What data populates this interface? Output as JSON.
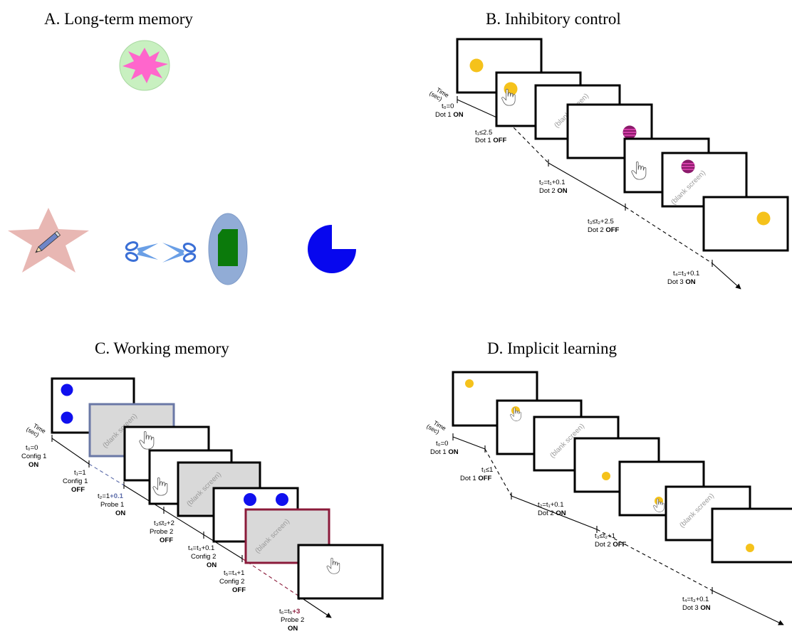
{
  "panels": {
    "a": {
      "title": "A.  Long-term memory"
    },
    "b": {
      "title": "B. Inhibitory control",
      "axis_label": [
        "Time",
        "(sec)"
      ],
      "blank": "(blank screen)",
      "events": [
        {
          "line1": "t₀=0",
          "line2a": "Dot 1 ",
          "line2b": "ON"
        },
        {
          "line1": "t₁≤2.5",
          "line2a": "Dot 1 ",
          "line2b": "OFF"
        },
        {
          "line1": "t₂=t₁+0.1",
          "line2a": "Dot 2 ",
          "line2b": "ON"
        },
        {
          "line1": "t₃≤t₂+2.5",
          "line2a": "Dot 2 ",
          "line2b": "OFF"
        },
        {
          "line1": "t₄=t₃+0.1",
          "line2a": "Dot 3 ",
          "line2b": "ON"
        }
      ]
    },
    "c": {
      "title": "C. Working memory",
      "axis_label": [
        "Time",
        "(sec)"
      ],
      "blank": "(blank screen)",
      "events": [
        {
          "line1": "t₀=0",
          "line2": "Config 1",
          "line3": "ON"
        },
        {
          "line1": "t₁=1",
          "line2": "Config 1",
          "line3": "OFF"
        },
        {
          "line1a": "t₂=1",
          "line1b": "+0.1",
          "line2": "Probe 1",
          "line3": "ON"
        },
        {
          "line1": "t₃≤t₂+2",
          "line2": "Probe 2",
          "line3": "OFF"
        },
        {
          "line1": "t₄=t₃+0.1",
          "line2": "Config 2",
          "line3": "ON"
        },
        {
          "line1": "t₅=t₄+1",
          "line2": "Config 2",
          "line3": "OFF"
        },
        {
          "line1a": "t₆=t₅",
          "line1b": "+3",
          "line2": "Probe 2",
          "line3": "ON"
        }
      ]
    },
    "d": {
      "title": "D. Implicit learning",
      "axis_label": [
        "Time",
        "(sec)"
      ],
      "blank": "(blank screen)",
      "events": [
        {
          "line1": "t₀=0",
          "line2a": "Dot 1 ",
          "line2b": "ON"
        },
        {
          "line1": "t₁≤1",
          "line2a": "Dot 1 ",
          "line2b": "OFF"
        },
        {
          "line1": "t₂=t₁+0.1",
          "line2a": "Dot 2 ",
          "line2b": "ON"
        },
        {
          "line1": "t₃≤t₂+1",
          "line2a": "Dot 2 ",
          "line2b": "OFF"
        },
        {
          "line1": "t₄=t₃+0.1",
          "line2a": "Dot 3 ",
          "line2b": "ON"
        }
      ]
    }
  },
  "colors": {
    "dot_yellow": "#f5c21b",
    "dot_blue": "#1010ee",
    "dot_magenta": "#8b1a6b",
    "frame_blue": "#6a78a6",
    "frame_maroon": "#8b1a3a",
    "accent_blue": "#5a6aa8",
    "accent_maroon": "#8b1a3a"
  }
}
